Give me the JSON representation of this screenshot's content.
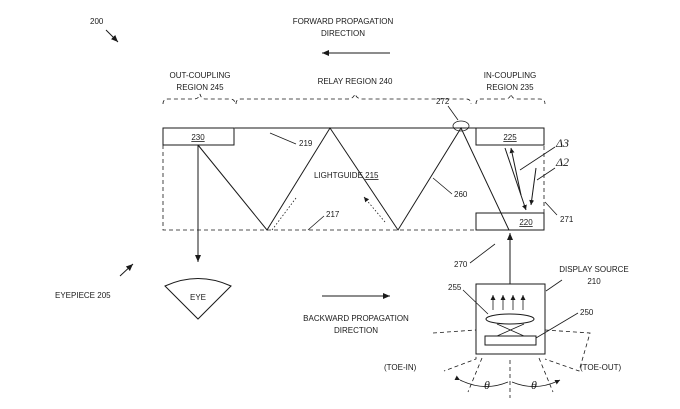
{
  "figure": {
    "number": "200"
  },
  "forward_direction": {
    "line1": "FORWARD PROPAGATION",
    "line2": "DIRECTION"
  },
  "backward_direction": {
    "line1": "BACKWARD PROPAGATION",
    "line2": "DIRECTION"
  },
  "regions": {
    "out_coupling": {
      "line1": "OUT-COUPLING",
      "line2": "REGION 245"
    },
    "relay": {
      "label": "RELAY REGION 240"
    },
    "in_coupling": {
      "line1": "IN-COUPLING",
      "line2": "REGION 235"
    }
  },
  "lightguide": {
    "label": "LIGHTGUIDE",
    "number": "215"
  },
  "elements": {
    "element_230": "230",
    "element_225": "225",
    "element_220": "220"
  },
  "refs": {
    "r219": "219",
    "r217": "217",
    "r260": "260",
    "r272": "272",
    "r271": "271",
    "r270": "270",
    "r255": "255",
    "r250": "250"
  },
  "deltas": {
    "delta3": "Δ3",
    "delta2": "Δ2"
  },
  "eyepiece": {
    "label": "EYEPIECE 205",
    "eye_label": "EYE"
  },
  "display_source": {
    "line1": "DISPLAY SOURCE",
    "line2": "210"
  },
  "toe": {
    "toe_in": "(TOE-IN)",
    "toe_out": "(TOE-OUT)",
    "theta": "θ"
  }
}
